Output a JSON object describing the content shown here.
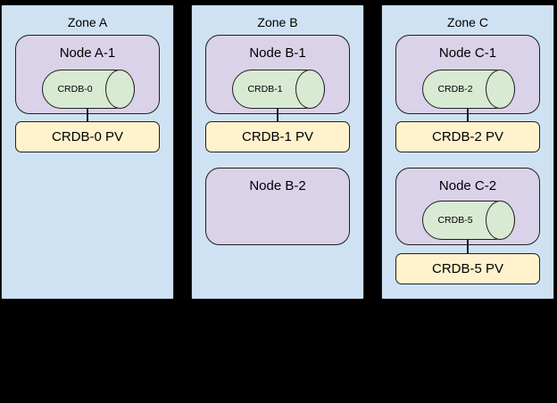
{
  "colors": {
    "background": "#000000",
    "zone_fill": "#cfe2f3",
    "node_fill": "#d9d2e9",
    "database_fill": "#d9ead3",
    "pv_fill": "#fff2cc",
    "stroke": "#1f1f1f",
    "text": "#000000"
  },
  "diagram": {
    "zones": [
      {
        "label": "Zone A",
        "nodes": [
          {
            "label": "Node A-1",
            "database": "CRDB-0",
            "pv": "CRDB-0 PV"
          }
        ]
      },
      {
        "label": "Zone B",
        "nodes": [
          {
            "label": "Node B-1",
            "database": "CRDB-1",
            "pv": "CRDB-1 PV"
          },
          {
            "label": "Node B-2"
          }
        ]
      },
      {
        "label": "Zone C",
        "nodes": [
          {
            "label": "Node C-1",
            "database": "CRDB-2",
            "pv": "CRDB-2 PV"
          },
          {
            "label": "Node C-2",
            "database": "CRDB-5",
            "pv": "CRDB-5 PV"
          }
        ]
      }
    ]
  }
}
